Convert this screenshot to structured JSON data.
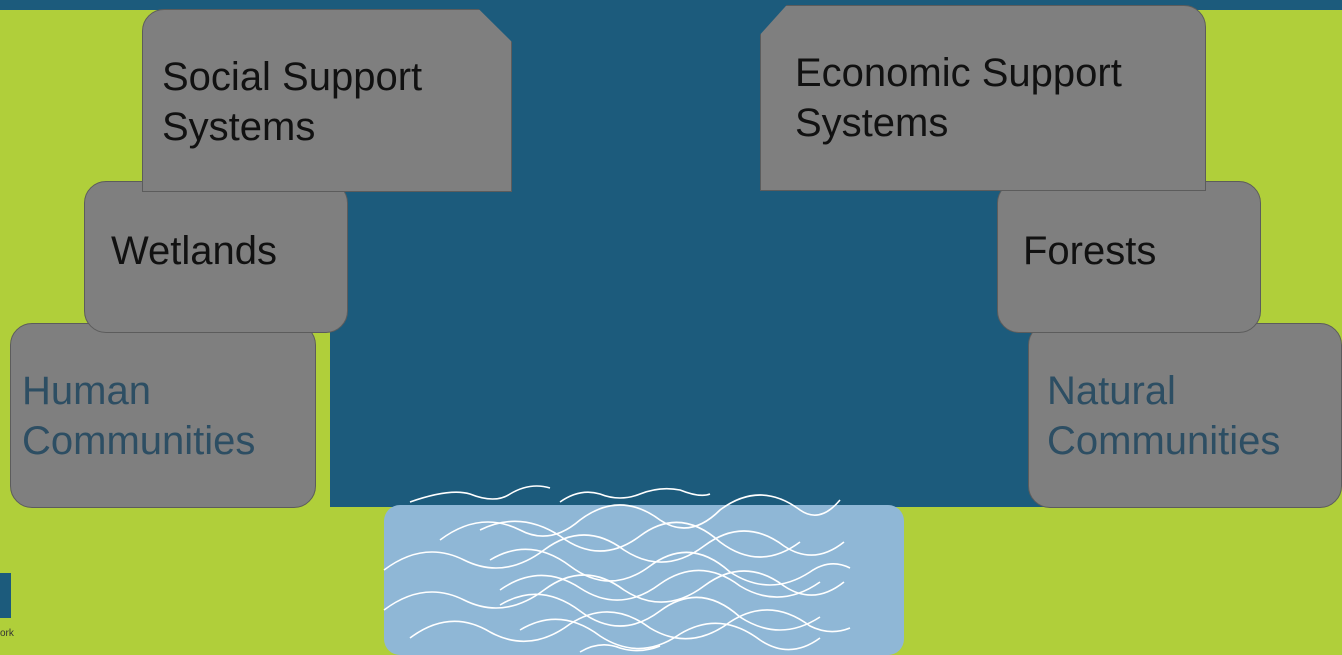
{
  "blocks": {
    "social": "Social Support\nSystems",
    "economic": "Economic Support\nSystems",
    "wetlands": "Wetlands",
    "forests": "Forests",
    "human": "Human\nCommunities",
    "natural": "Natural\nCommunities"
  },
  "logo_fragment": "ork",
  "colors": {
    "background": "#b0cf3a",
    "band": "#1c5b7c",
    "block": "#7f7f7f",
    "water": "#8fb7d6"
  }
}
